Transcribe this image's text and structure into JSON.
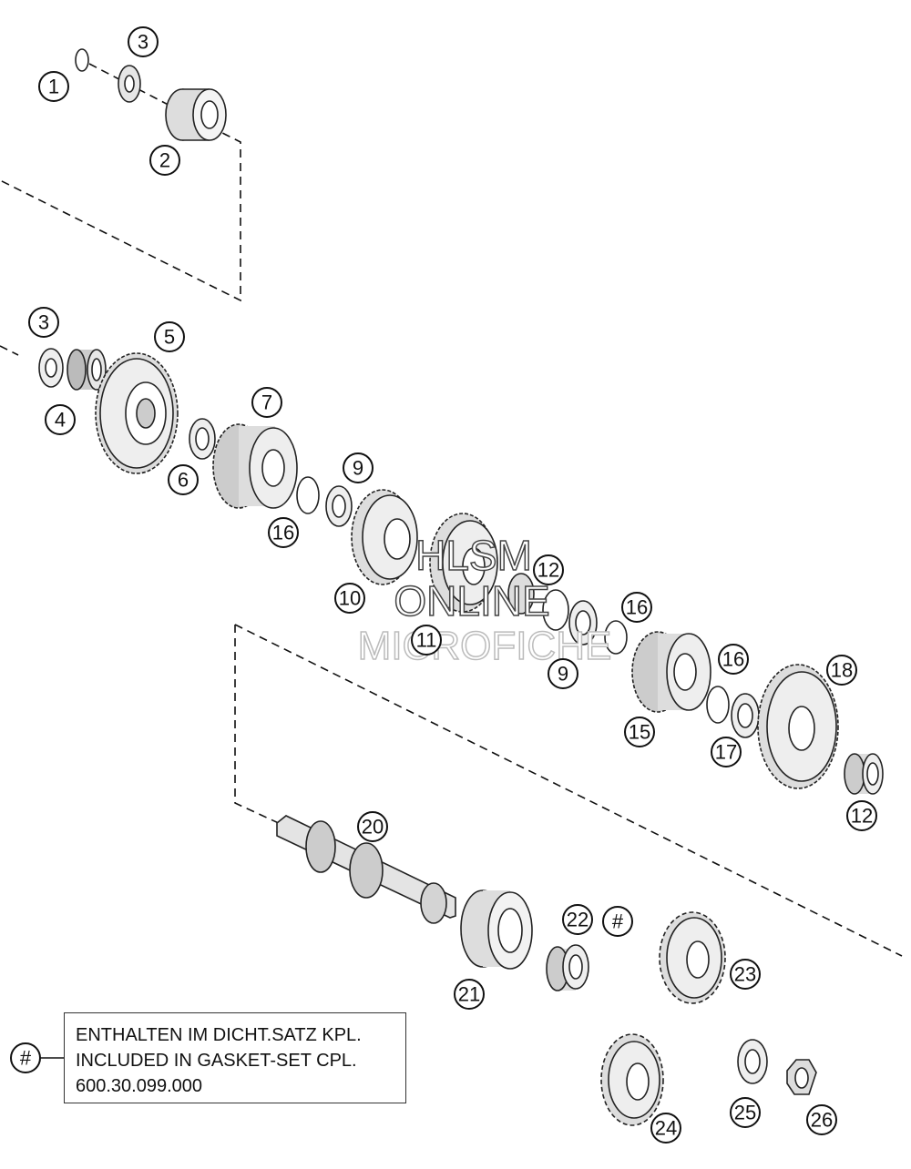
{
  "callouts": {
    "c1a": "1",
    "c2a": "2",
    "c3a": "3",
    "c3b": "3",
    "c4": "4",
    "c5": "5",
    "c6": "6",
    "c7": "7",
    "c9a": "9",
    "c9b": "9",
    "c10": "10",
    "c11": "11",
    "c12a": "12",
    "c12b": "12",
    "c15": "15",
    "c16a": "16",
    "c16b": "16",
    "c16c": "16",
    "c17": "17",
    "c18": "18",
    "c20": "20",
    "c21": "21",
    "c22": "22",
    "c23": "23",
    "c24": "24",
    "c25": "25",
    "c26": "26",
    "hash_a": "#",
    "hash_b": "#"
  },
  "watermark": {
    "line1": "HLSM",
    "line2": "ONLINE",
    "line3": "MICROFICHE"
  },
  "legend": {
    "line1": "ENTHALTEN IM DICHT.SATZ KPL.",
    "line2": "INCLUDED IN GASKET-SET CPL.",
    "line3": "600.30.099.000"
  }
}
